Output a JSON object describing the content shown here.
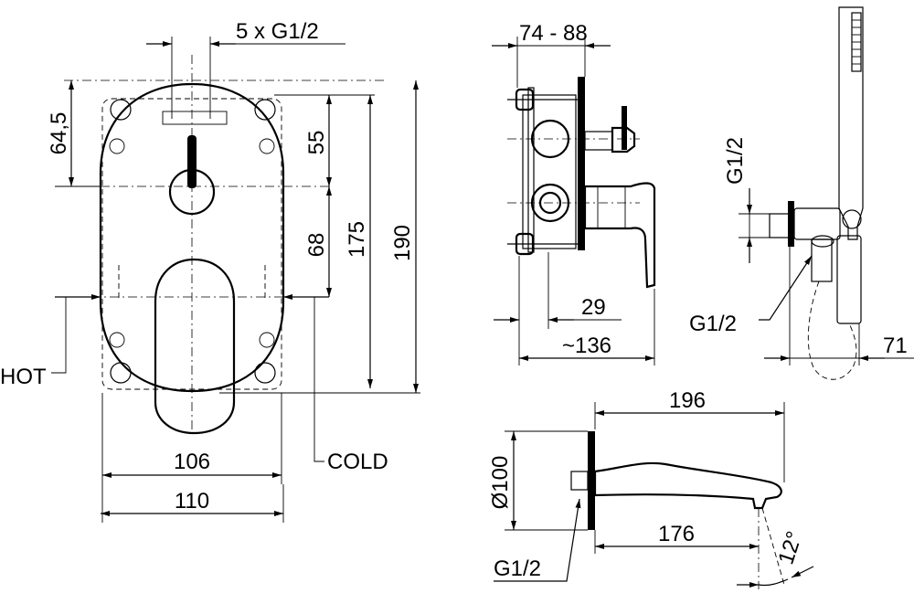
{
  "labels": {
    "connections": "5 x G1/2",
    "height_upper": "64,5",
    "dim_55": "55",
    "dim_68": "68",
    "dim_175": "175",
    "dim_190": "190",
    "hot": "HOT",
    "cold": "COLD",
    "width_106": "106",
    "width_110": "110",
    "depth_range": "74 - 88",
    "dim_29": "29",
    "depth_136": "~136",
    "g12_top": "G1/2",
    "g12_elbow": "G1/2",
    "dim_71": "71",
    "spout_length": "196",
    "spout_projection": "176",
    "rosette_diameter": "Ø100",
    "g12_spout": "G1/2",
    "spout_angle": "12°"
  }
}
